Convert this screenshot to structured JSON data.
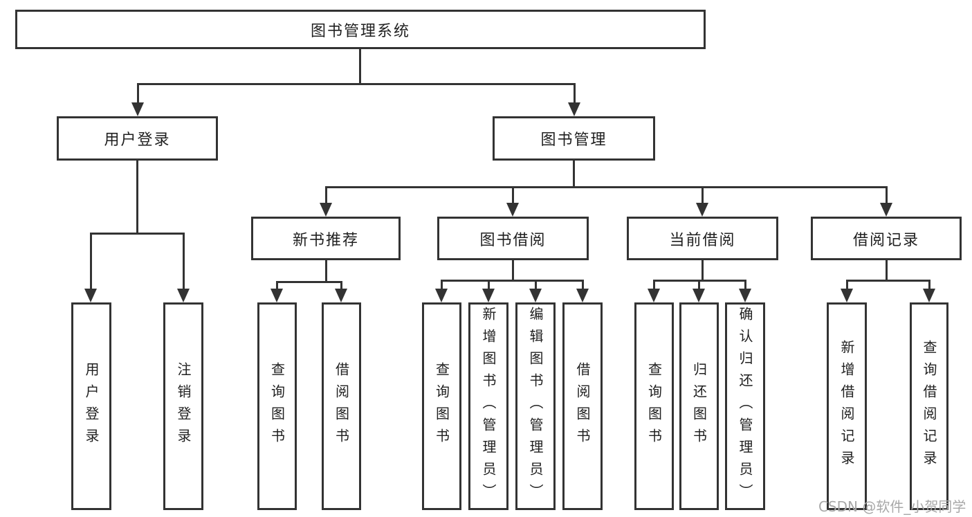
{
  "diagram": {
    "title": "图书管理系统",
    "root": {
      "label": "图书管理系统"
    },
    "level2": [
      {
        "label": "用户登录",
        "children": [
          "用户登录",
          "注销登录"
        ]
      },
      {
        "label": "图书管理",
        "children": [
          "新书推荐",
          "图书借阅",
          "当前借阅",
          "借阅记录"
        ]
      }
    ],
    "level3": [
      {
        "label": "新书推荐",
        "children": [
          "查询图书",
          "借阅图书"
        ]
      },
      {
        "label": "图书借阅",
        "children": [
          "查询图书",
          "新增图书（管理员）",
          "编辑图书（管理员）",
          "借阅图书"
        ]
      },
      {
        "label": "当前借阅",
        "children": [
          "查询图书",
          "归还图书",
          "确认归还（管理员）"
        ]
      },
      {
        "label": "借阅记录",
        "children": [
          "新增借阅记录",
          "查询借阅记录"
        ]
      }
    ],
    "watermark": "CSDN @软件_小贺同学",
    "colors": {
      "line": "#333333",
      "text": "#1f1f1f",
      "watermark": "#a8a8a8",
      "background": "#ffffff"
    }
  }
}
